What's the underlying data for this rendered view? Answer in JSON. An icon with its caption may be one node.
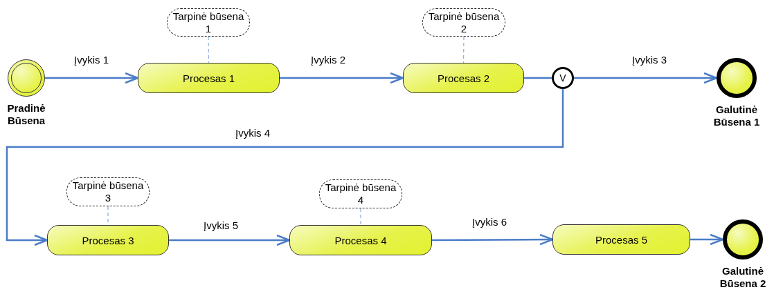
{
  "diagram": {
    "nodes": [
      {
        "text": [
          "Pradinė Būsena"
        ]
      },
      {
        "text": [
          "Procesas 1"
        ]
      },
      {
        "text": [
          "Tarpinė būsena 1"
        ]
      },
      {
        "text": [
          "Procesas 2"
        ]
      },
      {
        "text": [
          "Tarpinė būsena 2"
        ]
      },
      {
        "text": [
          "V"
        ]
      },
      {
        "text": [
          "Galutinė Būsena 1"
        ]
      },
      {
        "text": [
          "Procesas 3"
        ]
      },
      {
        "text": [
          "Tarpinė būsena 3"
        ]
      },
      {
        "text": [
          "Procesas 4"
        ]
      },
      {
        "text": [
          "Tarpinė būsena 4"
        ]
      },
      {
        "text": [
          "Procesas 5"
        ]
      },
      {
        "text": [
          "Galutinė Būsena 2"
        ]
      }
    ],
    "edges": [
      {
        "from": 0,
        "to": 1,
        "arrow": "to",
        "label": "Įvykis 1"
      },
      {
        "from": 1,
        "to": 3,
        "arrow": "to",
        "label": "Įvykis 2"
      },
      {
        "from": 3,
        "to": 5,
        "arrow": "none"
      },
      {
        "from": 5,
        "to": 6,
        "arrow": "to",
        "label": "Įvykis 3"
      },
      {
        "from": 5,
        "to": 7,
        "arrow": "to",
        "label": "Įvykis 4"
      },
      {
        "from": 7,
        "to": 9,
        "arrow": "to",
        "label": "Įvykis 5"
      },
      {
        "from": 9,
        "to": 11,
        "arrow": "to",
        "label": "Įvykis 6"
      },
      {
        "from": 11,
        "to": 12,
        "arrow": "to"
      },
      {
        "from": 2,
        "to": 1,
        "arrow": "none",
        "style": "dashed",
        "color": "#8fb0e0"
      },
      {
        "from": 4,
        "to": 3,
        "arrow": "none",
        "style": "dashed",
        "color": "#8fb0e0"
      },
      {
        "from": 8,
        "to": 7,
        "arrow": "none",
        "style": "dashed",
        "color": "#8fb0e0"
      },
      {
        "from": 10,
        "to": 9,
        "arrow": "none",
        "style": "dashed",
        "color": "#8fb0e0"
      }
    ]
  }
}
